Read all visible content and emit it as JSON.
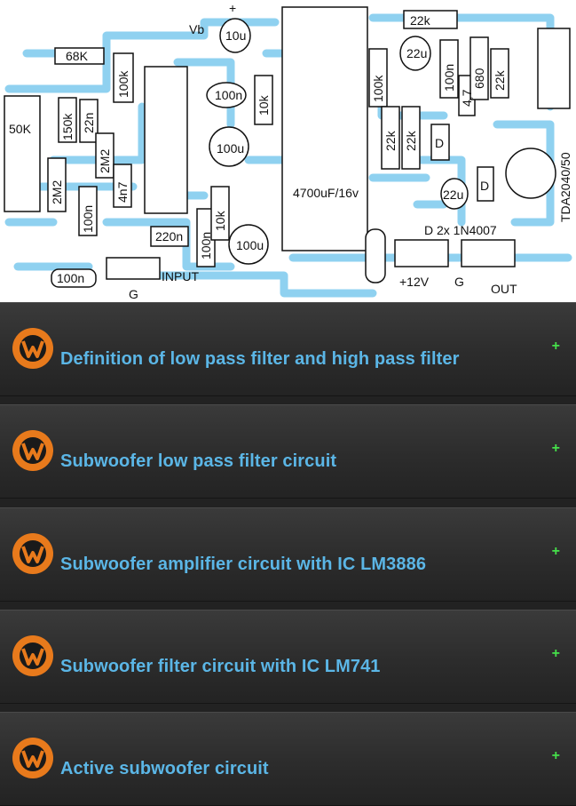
{
  "pcb": {
    "labels": {
      "vb": "Vb",
      "c10u": "10u",
      "r68k": "68K",
      "r100k_a": "100k",
      "r22k_top": "22k",
      "c22u_top": "22u",
      "c100n_top": "100n",
      "r4_7": "4,7",
      "r680": "680",
      "r22k_right": "22k",
      "ic_name": "TDA2040/50",
      "r50k": "50K",
      "r150k": "150k",
      "c22n": "22n",
      "c100n_mid": "100n",
      "r10k_mid": "10k",
      "r100k_b": "100k",
      "r22k_a": "22k",
      "r22k_b": "22k",
      "d1": "D",
      "c100u_mid": "100u",
      "r2m2_a": "2M2",
      "r2m2_b": "2M2",
      "c4n7": "4n7",
      "c4700": "4700uF/16v",
      "c22u_right": "22u",
      "d2": "D",
      "c100n_left": "100n",
      "c220n": "220n",
      "c100n_bot": "100n",
      "r10k_bot": "10k",
      "c100u_bot": "100u",
      "diodes": "D 2x 1N4007",
      "c100n_bl": "100n",
      "input": "INPUT",
      "g_left": "G",
      "plus12": "+12V",
      "g_right": "G",
      "out": "OUT",
      "plus_sign": "+"
    }
  },
  "list": {
    "plus_glyph": "+",
    "items": [
      {
        "title": "Definition of low pass filter and high pass filter"
      },
      {
        "title": "Subwoofer low pass filter circuit"
      },
      {
        "title": "Subwoofer amplifier circuit with IC LM3886"
      },
      {
        "title": "Subwoofer filter circuit with IC LM741"
      },
      {
        "title": "Active subwoofer circuit"
      }
    ]
  },
  "colors": {
    "trace": "#8fd1f0",
    "item_text": "#5bb6e6",
    "plus": "#45e04a",
    "logo_orange": "#e87a1c"
  }
}
